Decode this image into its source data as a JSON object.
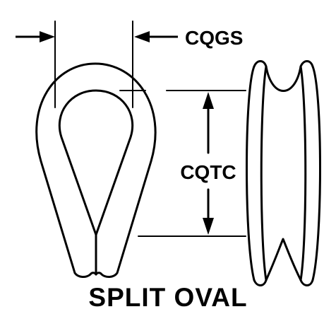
{
  "diagram": {
    "title": "SPLIT OVAL",
    "dimensions": {
      "width_label": "CQGS",
      "height_label": "CQTC"
    },
    "colors": {
      "ink": "#000000",
      "background": "#ffffff"
    }
  }
}
